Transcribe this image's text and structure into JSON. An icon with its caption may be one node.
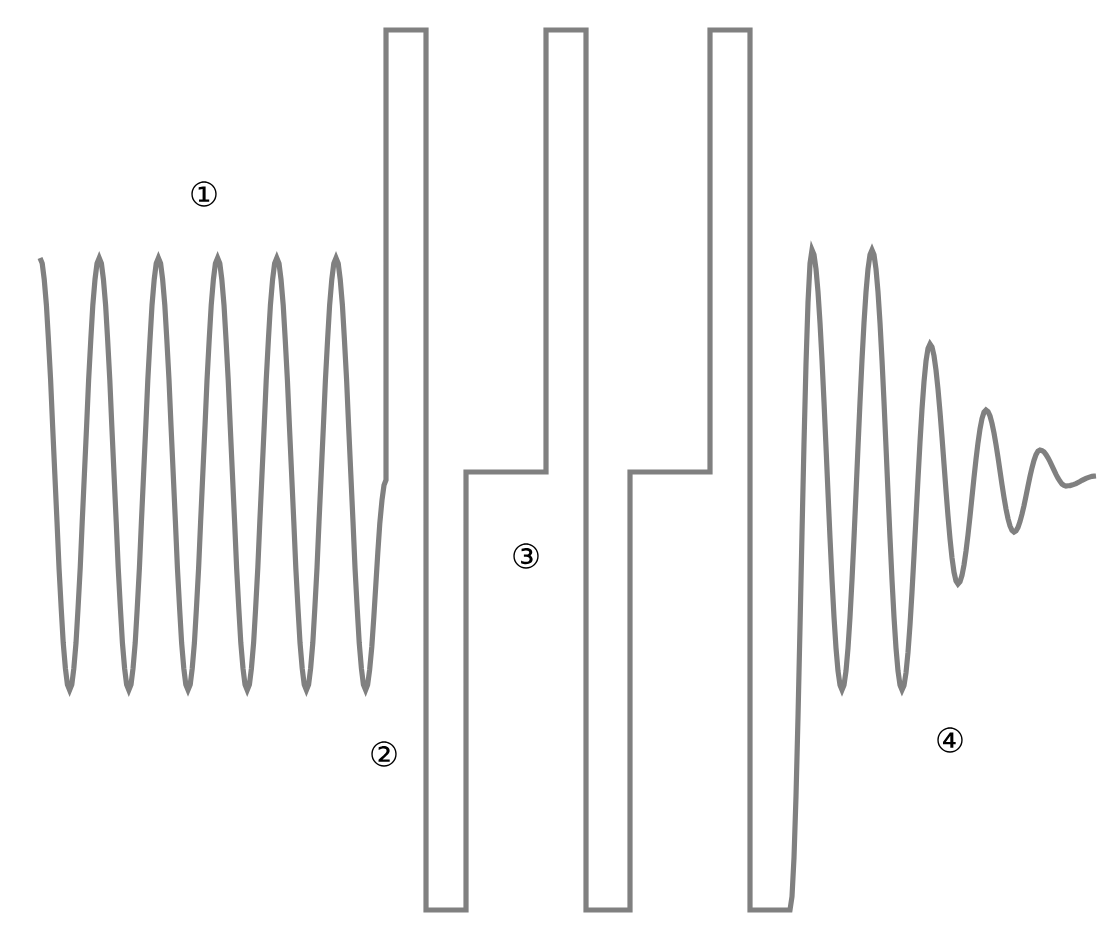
{
  "diagram": {
    "labels": [
      "①",
      "②",
      "③",
      "④"
    ]
  }
}
